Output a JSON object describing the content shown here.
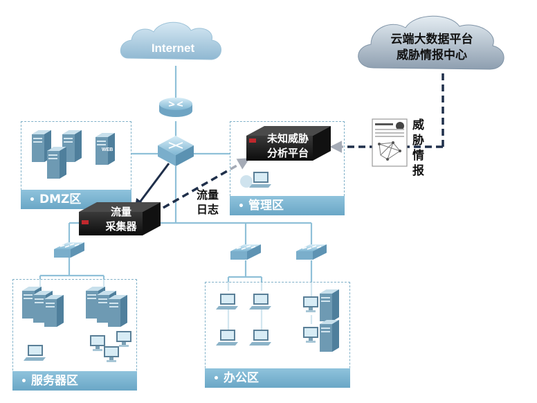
{
  "cloud_internet": {
    "label": "Internet"
  },
  "cloud_center": {
    "line1": "云端大数据平台",
    "line2": "威胁情报中心"
  },
  "zones": {
    "dmz": "DMZ区",
    "mgmt": "管理区",
    "server": "服务器区",
    "office": "办公区"
  },
  "bullet": "•",
  "devices": {
    "collector": {
      "line1": "流量",
      "line2": "采集器"
    },
    "analyzer": {
      "line1": "未知威胁",
      "line2": "分析平台"
    },
    "web_server_badge": "WEB"
  },
  "labels": {
    "flow_log": {
      "line1": "流量",
      "line2": "日志"
    },
    "threat_intel": {
      "c1": "威",
      "c2": "胁",
      "c3": "情",
      "c4": "报"
    }
  },
  "colors": {
    "zone_border": "#7fb0c8",
    "zone_label": "#79b4d2",
    "cloud": "#a9cbe0",
    "cloud_dark": "#8fa3b5",
    "network_line": "#8fc0d8",
    "arrow": "#1f2f4a"
  }
}
